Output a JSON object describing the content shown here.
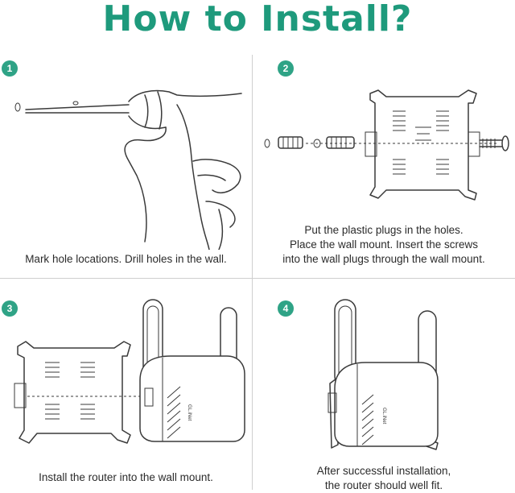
{
  "title": "How to Install?",
  "accent_color": "#1e9a7c",
  "steps": [
    {
      "number": "1",
      "caption": "Mark hole locations. Drill holes in the wall.",
      "illustration": "drill-icon"
    },
    {
      "number": "2",
      "caption_lines": [
        "Put the plastic plugs in the holes.",
        "Place the wall mount. Insert the screws",
        "into the wall plugs through the wall mount."
      ],
      "illustration": "wall-mount-screws-icon"
    },
    {
      "number": "3",
      "caption": "Install the router into the wall mount.",
      "illustration": "router-insert-icon"
    },
    {
      "number": "4",
      "caption_lines": [
        "After successful installation,",
        "the router should well fit."
      ],
      "illustration": "router-mounted-icon"
    }
  ],
  "router_brand_text": "GL.iNet"
}
